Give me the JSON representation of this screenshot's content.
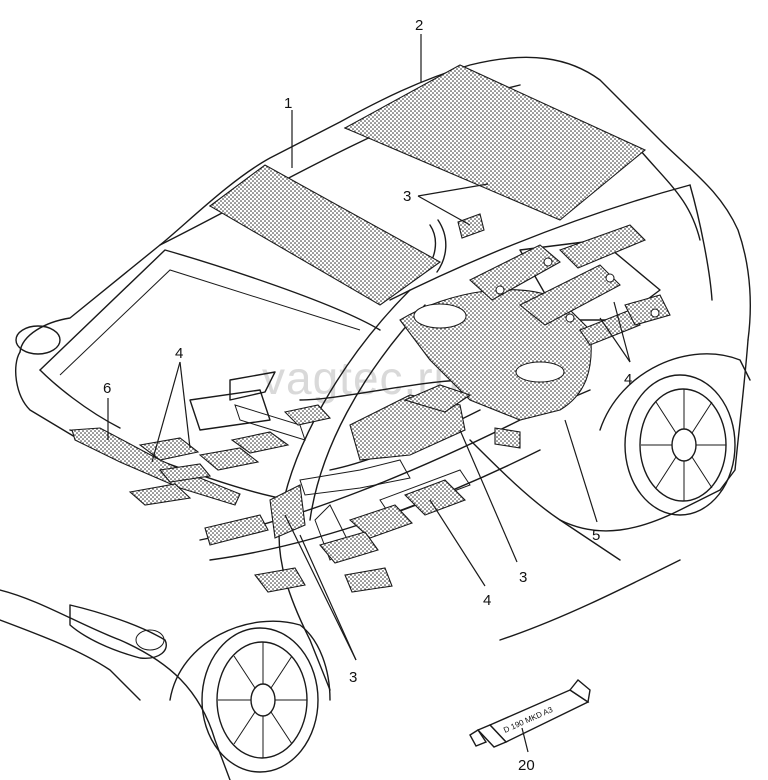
{
  "watermark": "vagtec.ru",
  "callouts": {
    "c1": "1",
    "c2": "2",
    "c3_top": "3",
    "c3_mid": "3",
    "c3_bottom": "3",
    "c4_left": "4",
    "c4_right": "4",
    "c4_bottom": "4",
    "c5": "5",
    "c6": "6",
    "c20": "20"
  },
  "tube_label": "D 190 MKD A3",
  "colors": {
    "line": "#1a1a1a",
    "pad_dots": "#1a1a1a",
    "watermark": "#d9d9d9",
    "background": "#ffffff"
  }
}
